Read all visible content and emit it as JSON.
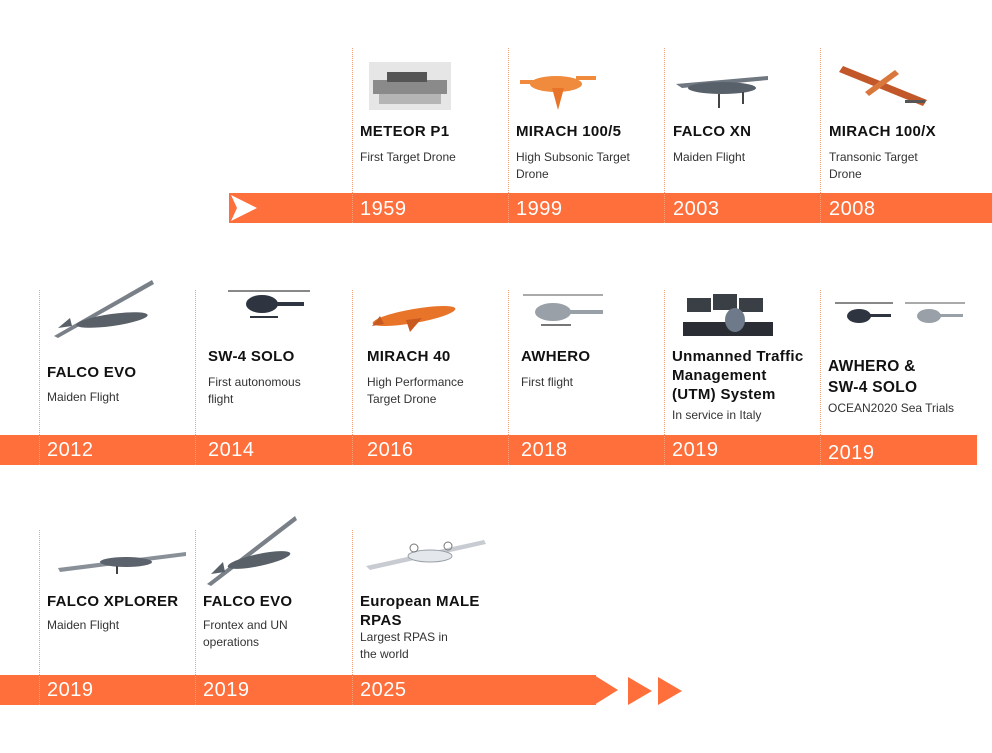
{
  "colors": {
    "accent": "#ff6f3c",
    "text": "#111111",
    "divider": "#f1a07a"
  },
  "rows": [
    {
      "items": [
        {
          "icon": "target-drone-photo-icon",
          "title": "METEOR P1",
          "subtitle": "First Target Drone",
          "year": "1959"
        },
        {
          "icon": "target-drone-orange-icon",
          "title": "MIRACH 100/5",
          "subtitle": "High Subsonic Target Drone",
          "year": "1999"
        },
        {
          "icon": "uav-grey-icon",
          "title": "FALCO XN",
          "subtitle": "Maiden Flight",
          "year": "2003"
        },
        {
          "icon": "target-drone-orange-icon",
          "title": "MIRACH 100/X",
          "subtitle": "Transonic Target Drone",
          "year": "2008"
        }
      ]
    },
    {
      "items": [
        {
          "icon": "uav-long-wing-icon",
          "title": "FALCO EVO",
          "subtitle": "Maiden Flight",
          "year": "2012"
        },
        {
          "icon": "helicopter-icon",
          "title": "SW-4 SOLO",
          "subtitle": "First autonomous flight",
          "year": "2014"
        },
        {
          "icon": "missile-drone-icon",
          "title": "MIRACH 40",
          "subtitle": "High Performance Target Drone",
          "year": "2016"
        },
        {
          "icon": "helicopter-grey-icon",
          "title": "AWHERO",
          "subtitle": "First flight",
          "year": "2018"
        },
        {
          "icon": "control-room-icon",
          "title": "Unmanned Traffic Management (UTM) System",
          "subtitle": "In service in Italy",
          "year": "2019"
        },
        {
          "icon": "two-helicopters-icon",
          "title": "AWHERO & SW-4 SOLO",
          "subtitle": "OCEAN2020 Sea Trials",
          "year": "2019"
        }
      ]
    },
    {
      "items": [
        {
          "icon": "uav-grey-icon",
          "title": "FALCO XPLORER",
          "subtitle": "Maiden Flight",
          "year": "2019"
        },
        {
          "icon": "uav-long-wing-icon",
          "title": "FALCO EVO",
          "subtitle": "Frontex and UN operations",
          "year": "2019"
        },
        {
          "icon": "male-rpas-icon",
          "title": "European MALE RPAS",
          "subtitle": "Largest RPAS in the world",
          "year": "2025"
        }
      ]
    }
  ]
}
